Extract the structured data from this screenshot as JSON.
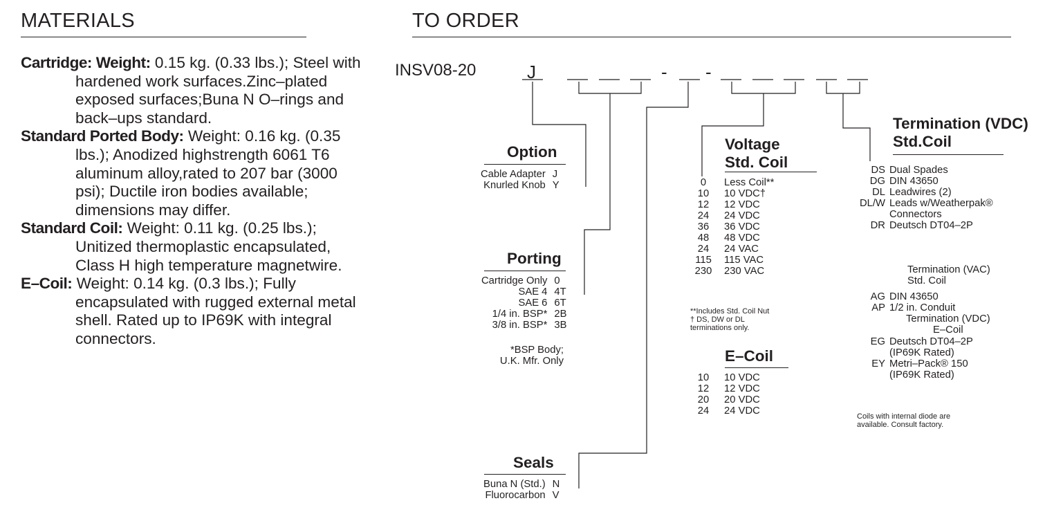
{
  "materials": {
    "title": "MATERIALS",
    "items": [
      {
        "label": "Cartridge: Weight:",
        "text": " 0.15 kg. (0.33 lbs.); Steel with hardened work surfaces.Zinc–plated exposed surfaces;Buna N O–rings and back–ups standard."
      },
      {
        "label": "Standard Ported Body:",
        "text": " Weight: 0.16 kg. (0.35 lbs.); Anodized highstrength 6061 T6 aluminum alloy,rated to 207 bar (3000 psi); Ductile iron bodies available; dimensions may differ."
      },
      {
        "label": "Standard Coil:",
        "text": " Weight: 0.11 kg. (0.25 lbs.); Unitized thermoplastic encapsulated, Class H high temperature magnetwire."
      },
      {
        "label": "E–Coil:",
        "text": " Weight: 0.14 kg. (0.3 lbs.); Fully encapsulated with rugged external metal shell. Rated up to IP69K with integral connectors."
      }
    ]
  },
  "order": {
    "title": "TO ORDER",
    "model": "INSV08-20",
    "code_prefix": "J",
    "code_dash": "-",
    "option": {
      "title": "Option",
      "rows": [
        {
          "name": "Cable Adapter",
          "code": "J"
        },
        {
          "name": "Knurled Knob",
          "code": "Y"
        }
      ]
    },
    "porting": {
      "title": "Porting",
      "rows": [
        {
          "name": "Cartridge Only",
          "code": "0"
        },
        {
          "name": "SAE 4",
          "code": "4T"
        },
        {
          "name": "SAE 6",
          "code": "6T"
        },
        {
          "name": "1/4 in. BSP*",
          "code": "2B"
        },
        {
          "name": "3/8 in. BSP*",
          "code": "3B"
        }
      ],
      "note1": "*BSP Body;",
      "note2": "U.K. Mfr. Only"
    },
    "seals": {
      "title": "Seals",
      "rows": [
        {
          "name": "Buna N (Std.)",
          "code": "N"
        },
        {
          "name": "Fluorocarbon",
          "code": "V"
        }
      ]
    },
    "voltage": {
      "title1": "Voltage",
      "title2": "Std. Coil",
      "rows": [
        {
          "code": "0",
          "desc": "Less Coil**"
        },
        {
          "code": "10",
          "desc": "10 VDC†"
        },
        {
          "code": "12",
          "desc": "12 VDC"
        },
        {
          "code": "24",
          "desc": "24 VDC"
        },
        {
          "code": "36",
          "desc": "36 VDC"
        },
        {
          "code": "48",
          "desc": "48 VDC"
        },
        {
          "code": "24",
          "desc": "24 VAC"
        },
        {
          "code": "115",
          "desc": "115 VAC"
        },
        {
          "code": "230",
          "desc": "230 VAC"
        }
      ],
      "note1": "**Includes Std. Coil Nut",
      "note2": "† DS, DW or DL",
      "note3": "terminations only."
    },
    "ecoil": {
      "title": "E–Coil",
      "rows": [
        {
          "code": "10",
          "desc": "10 VDC"
        },
        {
          "code": "12",
          "desc": "12 VDC"
        },
        {
          "code": "20",
          "desc": "20 VDC"
        },
        {
          "code": "24",
          "desc": "24 VDC"
        }
      ]
    },
    "termination": {
      "title1": "Termination (VDC)",
      "title2": "Std.Coil",
      "rows": [
        {
          "code": "DS",
          "desc": "Dual Spades"
        },
        {
          "code": "DG",
          "desc": "DIN 43650"
        },
        {
          "code": "DL",
          "desc": "Leadwires (2)"
        },
        {
          "code": "DL/W",
          "desc": "Leads w/Weatherpak®"
        },
        {
          "code": "",
          "desc": "Connectors"
        },
        {
          "code": "DR",
          "desc": "Deutsch DT04–2P"
        }
      ],
      "vac_title1": "Termination (VAC)",
      "vac_title2": "Std. Coil",
      "vac_rows": [
        {
          "code": "AG",
          "desc": "DIN 43650"
        },
        {
          "code": "AP",
          "desc": "1/2 in. Conduit"
        }
      ],
      "vdc_title1": "Termination (VDC)",
      "vdc_title2": "E–Coil",
      "vdc_rows": [
        {
          "code": "EG",
          "desc": "Deutsch DT04–2P"
        },
        {
          "code": "",
          "desc": "(IP69K Rated)"
        },
        {
          "code": "EY",
          "desc": "Metri–Pack® 150"
        },
        {
          "code": "",
          "desc": "(IP69K Rated)"
        }
      ],
      "note1": "Coils with internal diode are",
      "note2": "available. Consult factory."
    }
  }
}
